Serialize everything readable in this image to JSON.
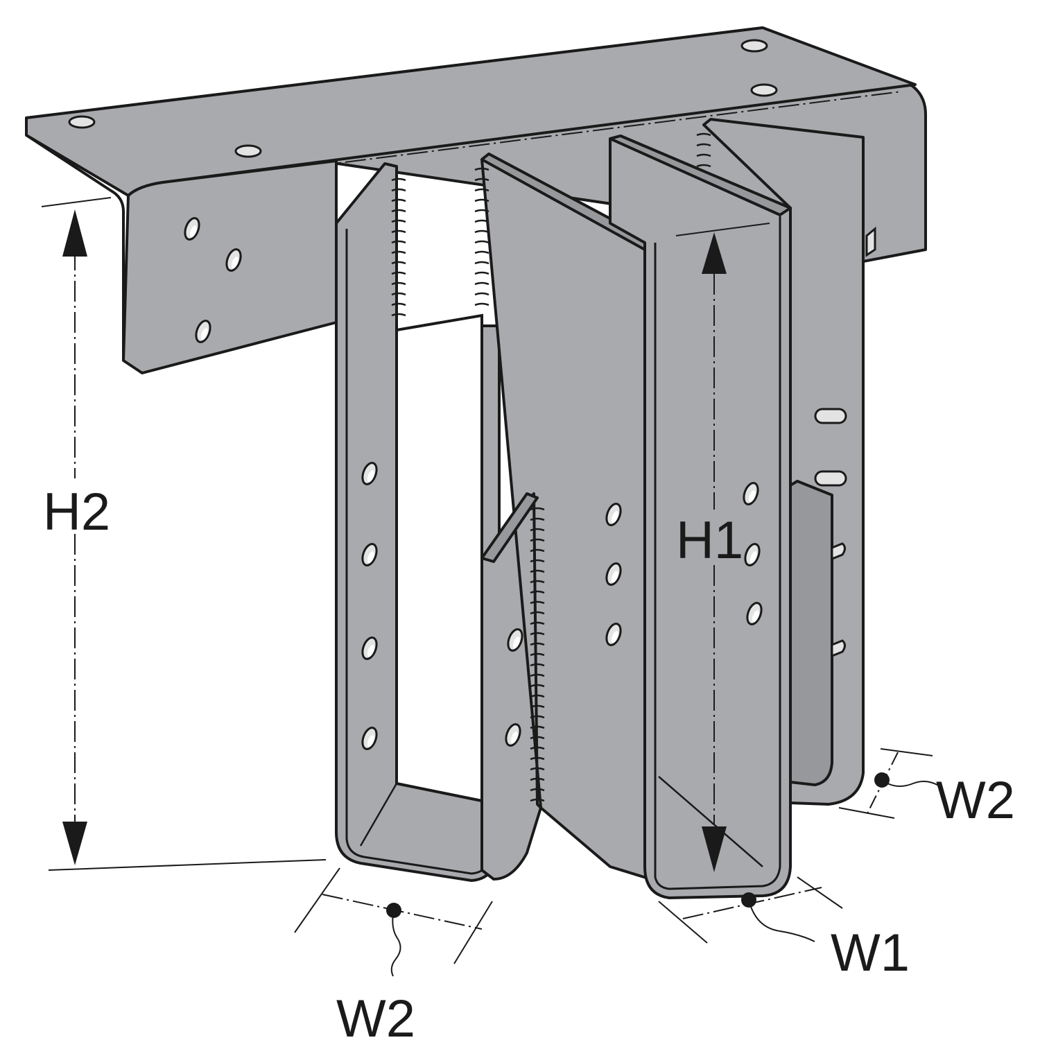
{
  "colors": {
    "steel": "#a9aaad",
    "steel_shade": "#97989b",
    "outline": "#1a1a1a",
    "hole": "#e3e3e4",
    "background": "#ffffff"
  },
  "dimension_labels": {
    "h1": "H1",
    "h2": "H2",
    "w1": "W1",
    "w2_front": "W2",
    "w2_side": "W2"
  }
}
